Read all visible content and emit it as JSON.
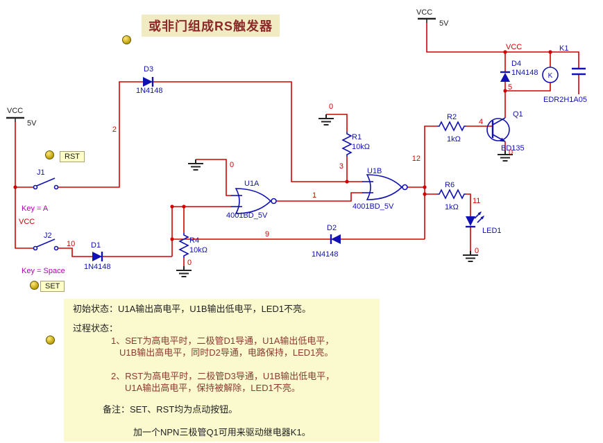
{
  "title": "或非门组成RS触发器",
  "badges": {
    "rst": "RST",
    "set": "SET"
  },
  "power": {
    "vcc_label": "VCC",
    "vcc_voltage": "5V"
  },
  "components": {
    "d1": {
      "ref": "D1",
      "part": "1N4148"
    },
    "d2": {
      "ref": "D2",
      "part": "1N4148"
    },
    "d3": {
      "ref": "D3",
      "part": "1N4148"
    },
    "d4": {
      "ref": "D4",
      "part": "1N4148"
    },
    "r1": {
      "ref": "R1",
      "value": "10kΩ"
    },
    "r2": {
      "ref": "R2",
      "value": "1kΩ"
    },
    "r4": {
      "ref": "R4",
      "value": "10kΩ"
    },
    "r6": {
      "ref": "R6",
      "value": "1kΩ"
    },
    "u1a": {
      "ref": "U1A",
      "part": "4001BD_5V"
    },
    "u1b": {
      "ref": "U1B",
      "part": "4001BD_5V"
    },
    "q1": {
      "ref": "Q1",
      "part": "BD135"
    },
    "k1": {
      "ref": "K1",
      "part": "EDR2H1A05",
      "coil_letter": "K"
    },
    "j1": {
      "ref": "J1",
      "key": "Key = A"
    },
    "j2": {
      "ref": "J2",
      "key": "Key = Space"
    },
    "led1": {
      "ref": "LED1"
    }
  },
  "nets": {
    "n1": "1",
    "n2": "2",
    "n3": "3",
    "n4": "4",
    "n5": "5",
    "n9": "9",
    "n10": "10",
    "n11": "11",
    "n12": "12",
    "gnd": "0",
    "vcc": "VCC"
  },
  "notes": {
    "lines": [
      "初始状态：U1A输出高电平，U1B输出低电平，LED1不亮。",
      "过程状态：",
      "1、SET为高电平时，二极管D1导通，U1A输出低电平，",
      "U1B输出高电平，同时D2导通，电路保持，LED1亮。",
      "2、RST为高电平时，二极管D3导通，U1B输出低电平，",
      "U1A输出高电平，保持被解除，LED1不亮。",
      "备注：SET、RST均为点动按钮。",
      "加一个NPN三极管Q1可用来驱动继电器K1。"
    ]
  }
}
